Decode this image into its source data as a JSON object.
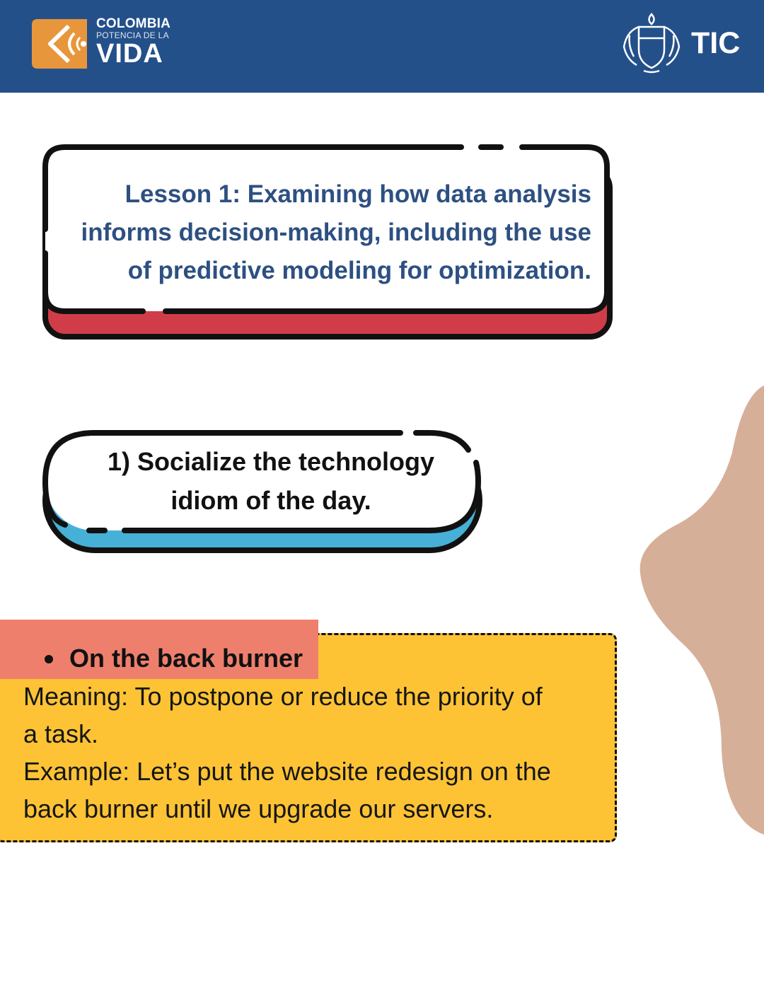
{
  "header": {
    "brand_line1": "COLOMBIA",
    "brand_line2": "POTENCIA DE LA",
    "brand_line3": "VIDA",
    "right_label": "TIC",
    "colors": {
      "bar": "#24508a",
      "logo": "#e8963c"
    }
  },
  "lesson": {
    "title_line1": "Lesson 1: Examining how data analysis",
    "title_line2": "informs decision-making, including the use",
    "title_line3": "of predictive modeling for optimization.",
    "accent_color": "#d03d49"
  },
  "activity": {
    "line1": "1) Socialize the technology",
    "line2": "idiom of the day.",
    "accent_color": "#47b0d6"
  },
  "idiom": {
    "title": "On the back burner",
    "meaning_line1": "Meaning: To postpone or reduce the priority of",
    "meaning_line2": "a task.",
    "example_line1": "Example: Let’s put the website redesign on the",
    "example_line2": "back burner until we upgrade our servers.",
    "colors": {
      "box": "#fdc335",
      "tab": "#ef7f6d"
    }
  },
  "decor": {
    "blob_color": "#d6af98"
  }
}
